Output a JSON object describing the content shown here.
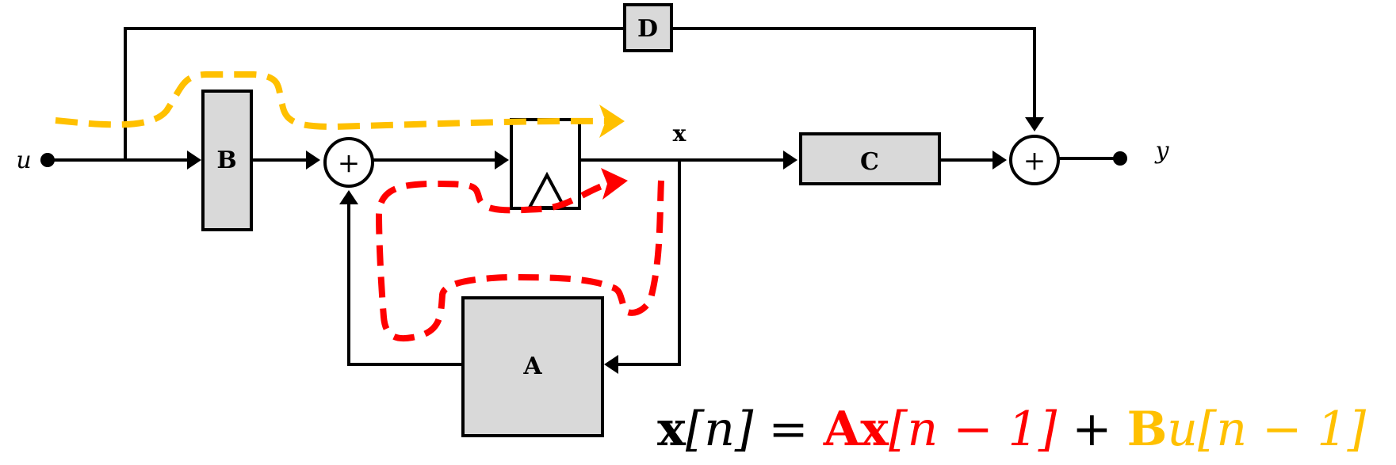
{
  "diagram": {
    "blocks": {
      "B": "B",
      "A": "A",
      "C": "C",
      "D": "D"
    },
    "signals": {
      "input": "u",
      "output": "y",
      "state": "x"
    },
    "summing_symbol": "+",
    "equation": {
      "lhs_var": "x",
      "lhs_bracket": "[n]",
      "equals": " = ",
      "term_a_matrix": "A",
      "term_a_var": "x",
      "term_a_bracket": "[n − 1]",
      "plus": " + ",
      "term_b_matrix": "B",
      "term_b_var": "u",
      "term_b_bracket": "[n − 1]"
    },
    "colors": {
      "block_fill": "#d9d9d9",
      "feedback_path": "#ff0000",
      "input_path": "#ffc000",
      "line": "#000000"
    }
  }
}
